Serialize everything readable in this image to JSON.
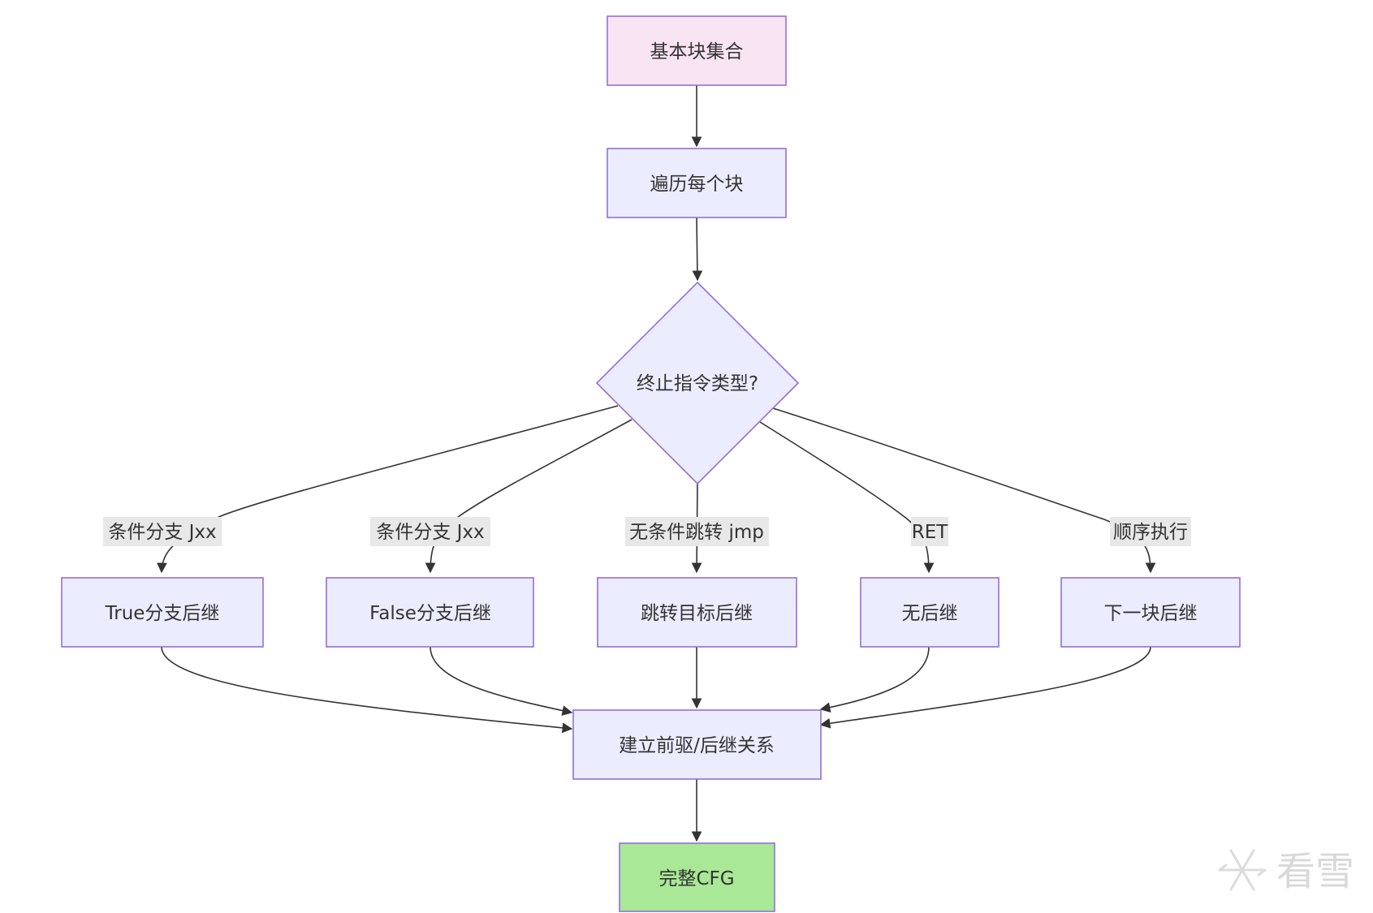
{
  "nodes": {
    "start": "基本块集合",
    "iterate": "遍历每个块",
    "decision": "终止指令类型?",
    "true_succ": "True分支后继",
    "false_succ": "False分支后继",
    "jump_target": "跳转目标后继",
    "no_succ": "无后继",
    "next_block": "下一块后继",
    "build_rel": "建立前驱/后继关系",
    "end": "完整CFG"
  },
  "edge_labels": {
    "cond_true": "条件分支 Jxx",
    "cond_false": "条件分支 Jxx",
    "jmp": "无条件跳转 jmp",
    "ret": "RET",
    "seq": "顺序执行"
  },
  "watermark": {
    "text": "看雪",
    "icon": "snowflake-icon"
  },
  "colors": {
    "node_fill": "#ECECFF",
    "node_stroke": "#9370DB",
    "start_fill": "#F9E4F4",
    "end_fill": "#A8E896",
    "edge": "#333333",
    "label_bg": "#e8e8e8"
  }
}
